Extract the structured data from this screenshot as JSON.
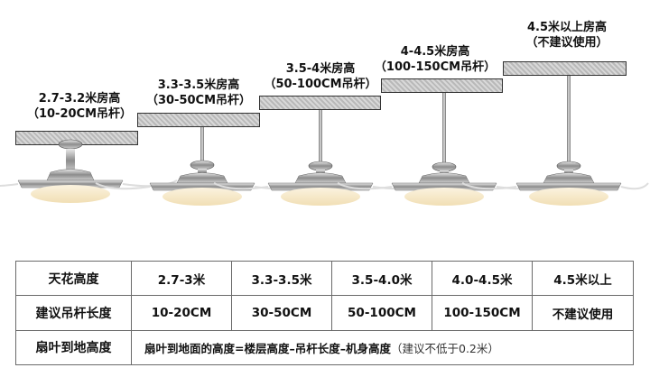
{
  "labels": [
    {
      "line1": "2.7-3.2米房高",
      "line2": "（10-20CM吊杆）"
    },
    {
      "line1": "3.3-3.5米房高",
      "line2": "（30-50CM吊杆）"
    },
    {
      "line1": "3.5-4米房高",
      "line2": "（50-100CM吊杆）"
    },
    {
      "line1": "4-4.5米房高",
      "line2": "（100-150CM吊杆）"
    },
    {
      "line1": "4.5米以上房高",
      "line2": "（不建议使用）"
    }
  ],
  "table": {
    "rows": [
      {
        "header": "天花高度",
        "cells": [
          "2.7-3米",
          "3.3-3.5米",
          "3.5-4.0米",
          "4.0-4.5米",
          "4.5米以上"
        ]
      },
      {
        "header": "建议吊杆长度",
        "cells": [
          "10-20CM",
          "30-50CM",
          "50-100CM",
          "100-150CM",
          "不建议使用"
        ]
      }
    ],
    "formula_row": {
      "header": "扇叶到地高度",
      "formula": "扇叶到地面的高度=楼层高度–吊杆长度–机身高度",
      "hint": "（建议不低于0.2米）"
    }
  },
  "colors": {
    "ceiling_fill": "#c8c8c8",
    "metal": "#9a9a9a",
    "lamp_glow": "#f6e7c4",
    "border": "#6a6a6a"
  }
}
